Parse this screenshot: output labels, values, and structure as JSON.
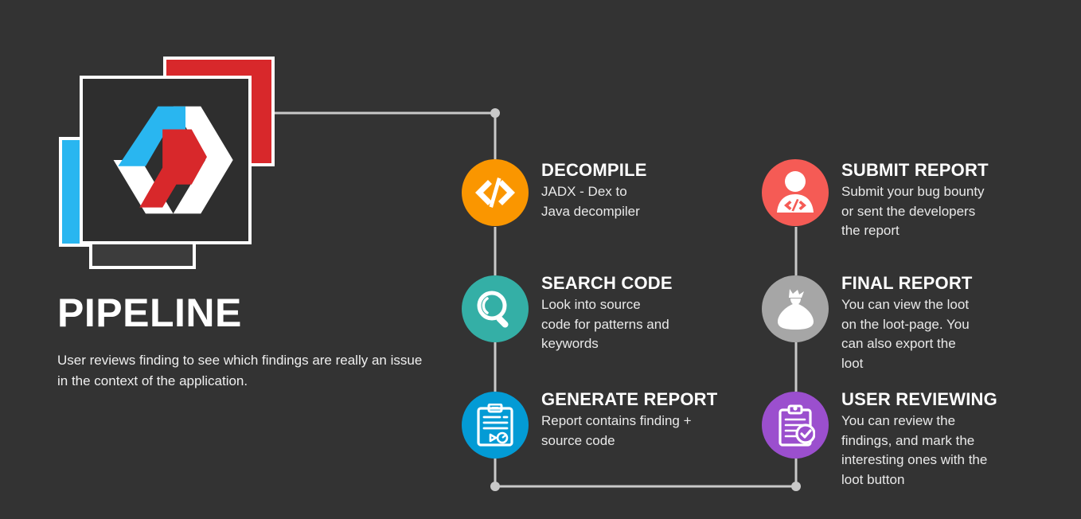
{
  "theme": {
    "background": "#333333",
    "text_primary": "#ffffff",
    "text_secondary": "#e9e9e9",
    "connector": "#c9c9c9"
  },
  "brand": {
    "title": "PIPELINE",
    "subtitle": "User reviews finding to see which findings are really an issue in the context of the application.",
    "logo_name": "pipeline-hexagon-logo",
    "logo_colors": {
      "blue": "#29B6F0",
      "red": "#D8282B",
      "white": "#ffffff",
      "card": "#2e2e2e"
    }
  },
  "steps": [
    {
      "id": "decompile",
      "title": "DECOMPILE",
      "desc": "JADX - Dex to Java decompiler",
      "color": "#FA9600",
      "icon": "code-brackets-icon"
    },
    {
      "id": "search",
      "title": "SEARCH CODE",
      "desc": "Look into source code for patterns and keywords",
      "color": "#34AFA6",
      "icon": "magnifier-icon"
    },
    {
      "id": "generate",
      "title": "GENERATE REPORT",
      "desc": "Report contains finding + source code",
      "color": "#039BD5",
      "icon": "clipboard-chart-icon"
    },
    {
      "id": "submit",
      "title": "SUBMIT REPORT",
      "desc": "Submit your bug bounty or sent the developers the report",
      "color": "#F55B55",
      "icon": "user-code-icon"
    },
    {
      "id": "final",
      "title": "FINAL REPORT",
      "desc": "You can view the loot on the loot-page. You can also export the loot",
      "color": "#A6A6A6",
      "icon": "money-bag-icon"
    },
    {
      "id": "review",
      "title": "USER REVIEWING",
      "desc": "You can review the findings, and mark the interesting ones with the loot button",
      "color": "#9B4FCE",
      "icon": "clipboard-check-icon"
    }
  ]
}
